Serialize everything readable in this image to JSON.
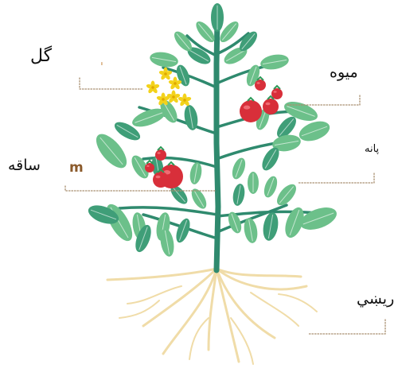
{
  "labels": {
    "flower": "گل",
    "fruit": "میوه",
    "stem": "ساقه",
    "leaf": "پانه",
    "root": "ریښي"
  },
  "marks": {
    "m": "m",
    "tick": "ˌ"
  },
  "colors": {
    "leaf_light": "#6cc08a",
    "leaf_dark": "#3f9e78",
    "stem": "#2f8a6e",
    "fruit": "#d82f3a",
    "fruit_highlight": "#f06b73",
    "calyx": "#2f9a5a",
    "flower": "#f3d21b",
    "root": "#f0dca8",
    "leader": "#a88f6f"
  }
}
